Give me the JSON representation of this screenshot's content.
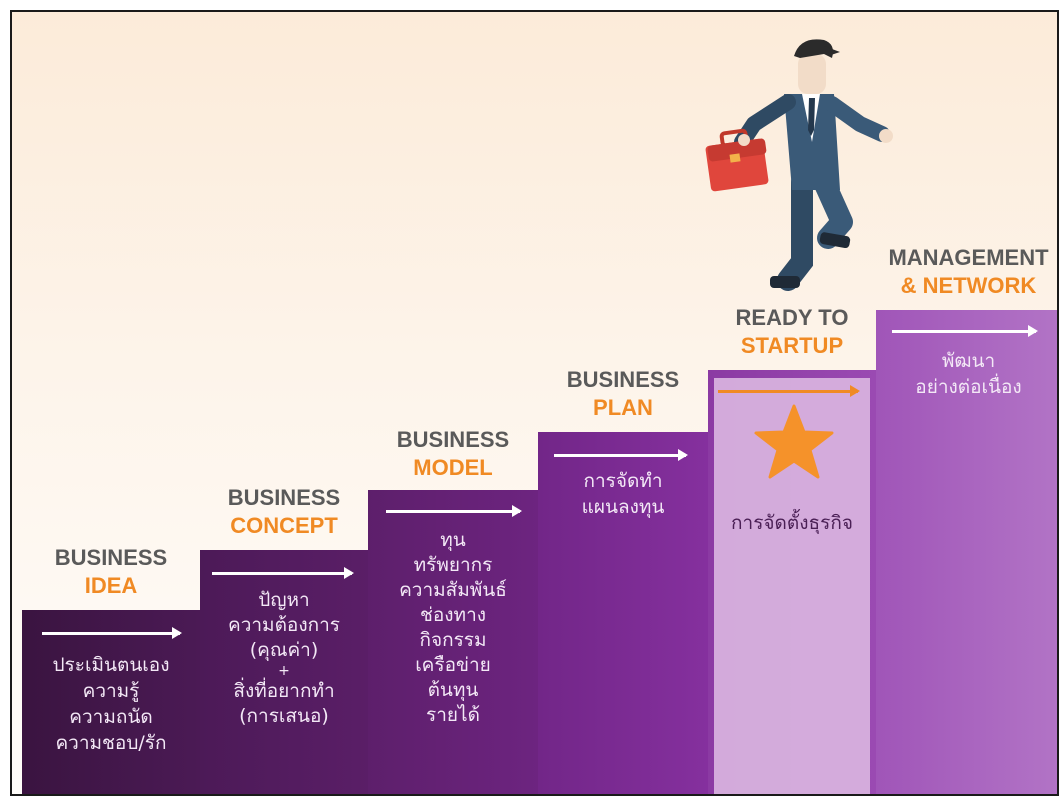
{
  "steps": [
    {
      "title_line1": "BUSINESS",
      "title_line2": "IDEA",
      "body": [
        "ประเมินตนเอง",
        "ความรู้",
        "ความถนัด",
        "ความชอบ/รัก"
      ]
    },
    {
      "title_line1": "BUSINESS",
      "title_line2": "CONCEPT",
      "body": [
        "ปัญหา",
        "ความต้องการ",
        "(คุณค่า)",
        "+",
        "สิ่งที่อยากทำ",
        "(การเสนอ)"
      ]
    },
    {
      "title_line1": "BUSINESS",
      "title_line2": "MODEL",
      "body": [
        "ทุน",
        "ทรัพยากร",
        "ความสัมพันธ์",
        "ช่องทาง",
        "กิจกรรม",
        "เครือข่าย",
        "ต้นทุน",
        "รายได้"
      ]
    },
    {
      "title_line1": "BUSINESS",
      "title_line2": "PLAN",
      "body": [
        "การจัดทำ",
        "แผนลงทุน"
      ]
    },
    {
      "title_line1": "READY TO",
      "title_line2": "STARTUP",
      "body": [
        "การจัดตั้งธุรกิจ"
      ]
    },
    {
      "title_line1": "MANAGEMENT",
      "title_line2": "& NETWORK",
      "body": [
        "พัฒนา",
        "อย่างต่อเนื่อง"
      ]
    }
  ],
  "colors": {
    "accent": "#f08a24",
    "title_gray": "#5a5a5a",
    "step_dark": "#3a1440",
    "step_light": "#b274c6"
  },
  "icons": {
    "star": "star-icon",
    "person": "businessman-icon",
    "briefcase": "briefcase-icon"
  }
}
